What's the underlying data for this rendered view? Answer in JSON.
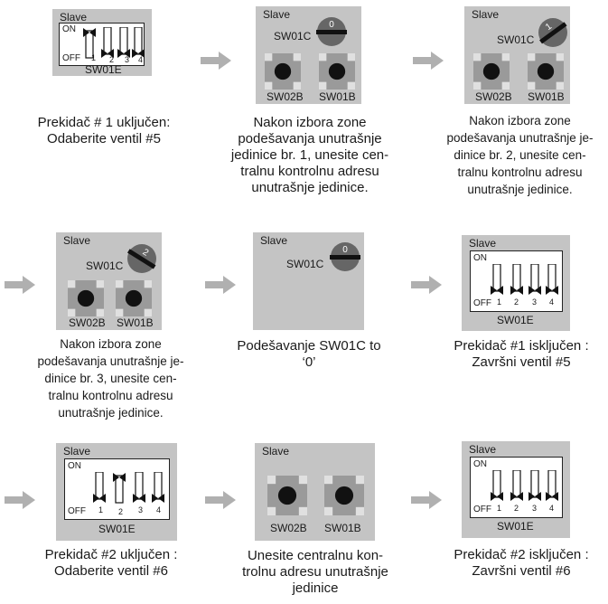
{
  "colors": {
    "panel": "#c4c4c4",
    "arrow": "#b0b0b0",
    "knob": "#111111"
  },
  "labels": {
    "slave": "Slave",
    "sw01e": "SW01E",
    "sw01c": "SW01C",
    "sw02b": "SW02B",
    "sw01b": "SW01B",
    "on": "ON",
    "off": "OFF",
    "n1": "1",
    "n2": "2",
    "n3": "3",
    "n4": "4"
  },
  "steps": [
    {
      "caption": [
        "Prekidač # 1 uključen:",
        "Odaberite ventil #5"
      ],
      "dip_on": 1
    },
    {
      "caption": [
        "Nakon izbora zone",
        "podešavanja unutrašnje",
        "jedinice br. 1, unesite cen-",
        "tralnu kontrolnu adresu",
        "unutrašnje jedinice."
      ],
      "dial": "0"
    },
    {
      "caption": [
        "Nakon izbora zone",
        "podešavanja unutrašnje je-",
        "dinice br. 2, unesite cen-",
        "tralnu kontrolnu adresu",
        "unutrašnje jedinice."
      ],
      "dial": "1"
    },
    {
      "caption": [
        "Nakon izbora zone",
        "podešavanja unutrašnje je-",
        "dinice br. 3, unesite cen-",
        "tralnu kontrolnu adresu",
        "unutrašnje jedinice."
      ],
      "dial": "2"
    },
    {
      "caption": [
        "Podešavanje SW01C to",
        "‘0’"
      ],
      "dial": "0"
    },
    {
      "caption": [
        "Prekidač #1 isključen :",
        "Završni ventil #5"
      ],
      "dip_on": 0
    },
    {
      "caption": [
        "Prekidač #2 uključen :",
        "Odaberite ventil #6"
      ],
      "dip_on": 2
    },
    {
      "caption": [
        "Unesite centralnu kon-",
        "trolnu adresu unutrašnje",
        "jedinice"
      ]
    },
    {
      "caption": [
        "Prekidač #2 isključen :",
        "Završni ventil #6"
      ],
      "dip_on": 0
    }
  ]
}
